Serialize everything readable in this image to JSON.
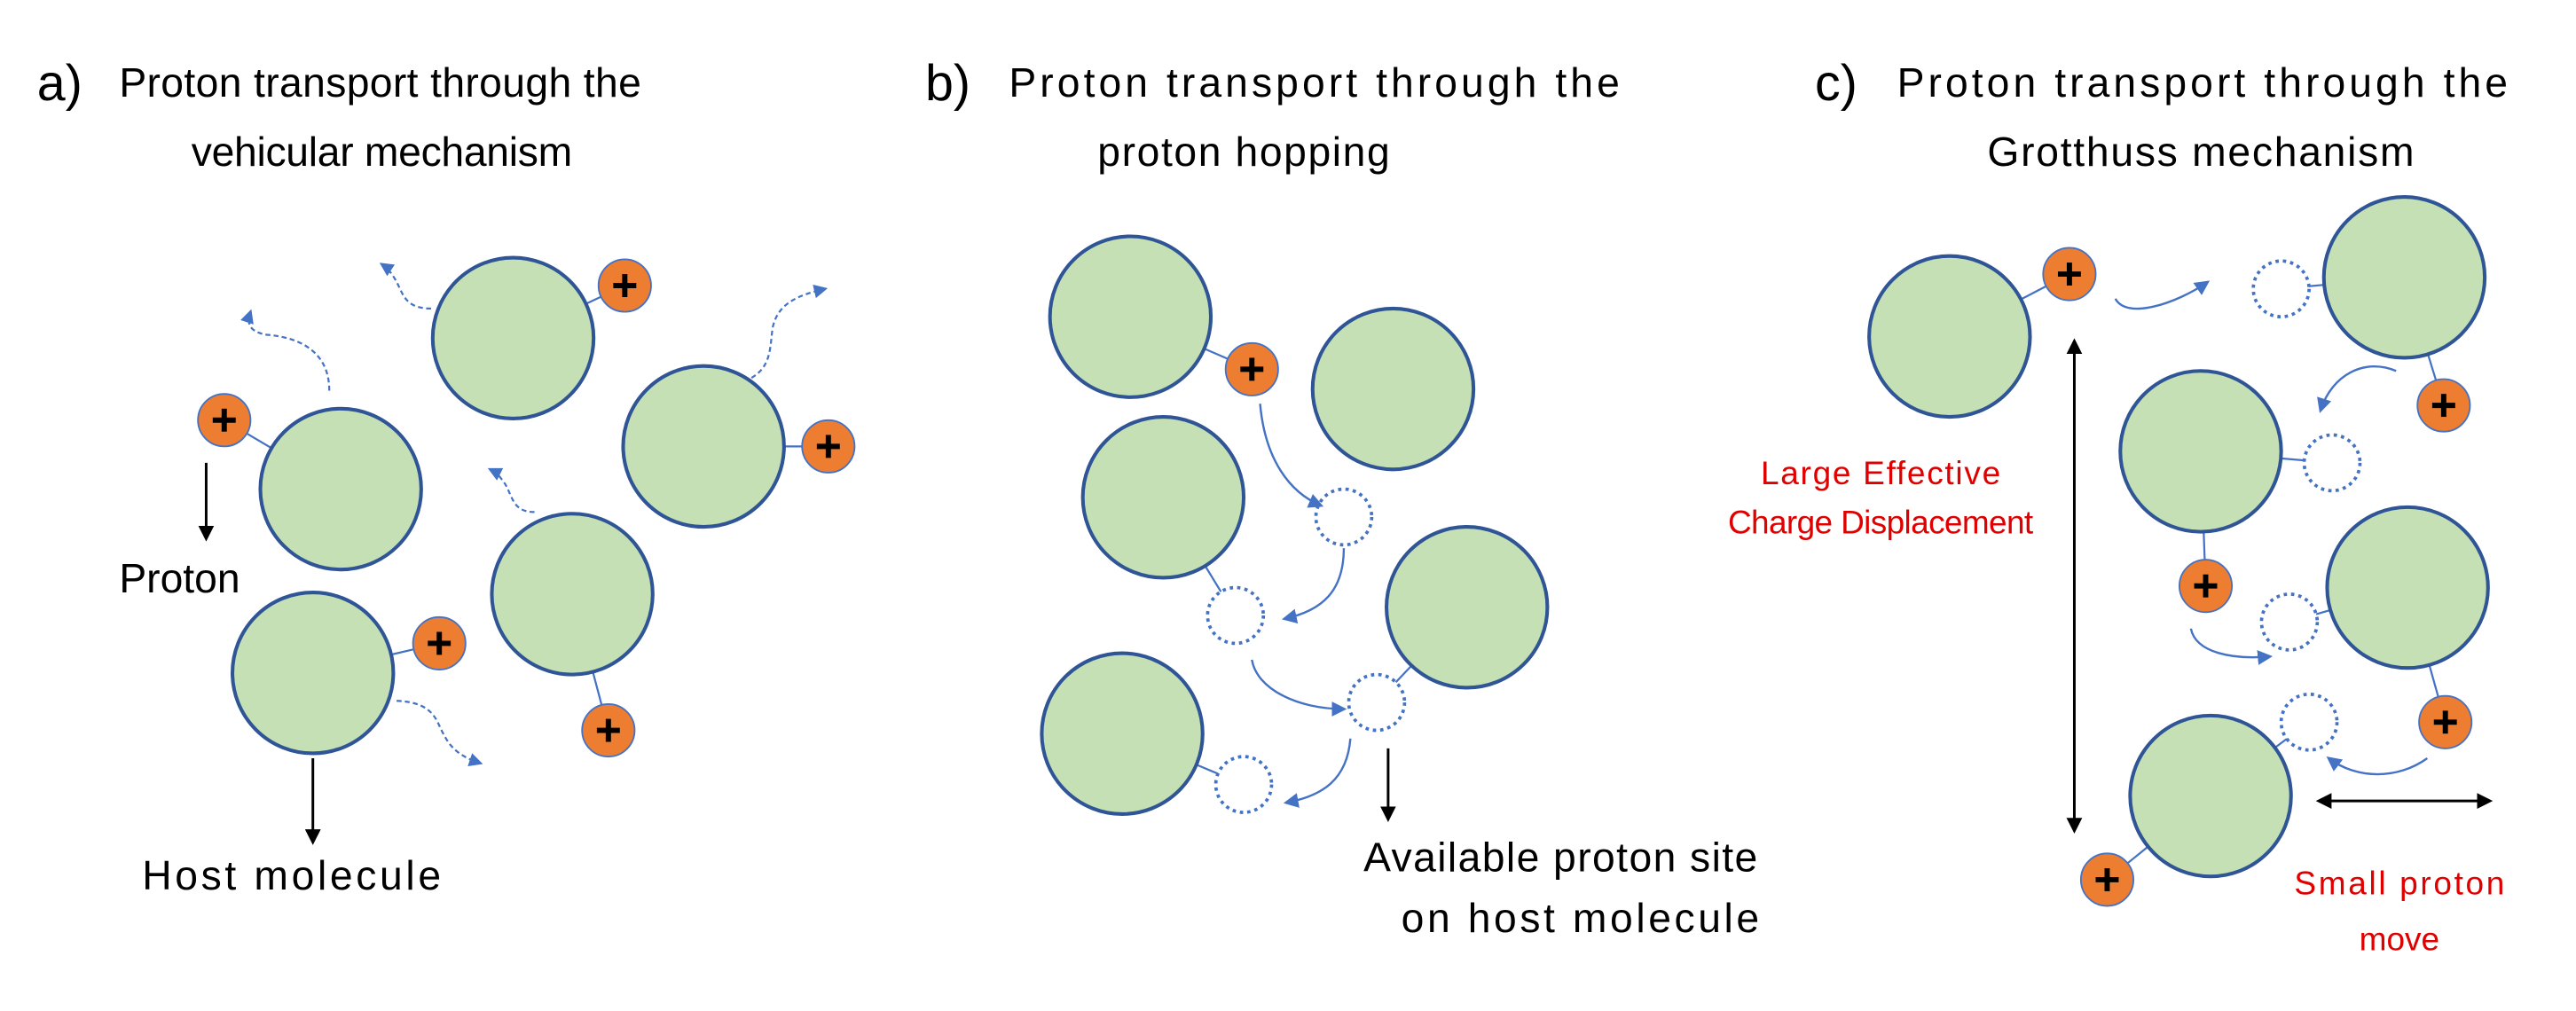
{
  "colors": {
    "host": "#C5E0B4",
    "host_stroke": "#2F5597",
    "proton": "#ED7D31",
    "arrow": "#4472C4",
    "highlight": "#E00000"
  },
  "panels": [
    {
      "letter": "a)",
      "title_line1": "Proton transport through the",
      "title_line2": "vehicular mechanism",
      "labels": {
        "proton": "Proton",
        "host": "Host molecule"
      }
    },
    {
      "letter": "b)",
      "title_line1": "Proton transport through the",
      "title_line2": "proton hopping",
      "labels": {
        "site_line1": "Available proton site",
        "site_line2": "on host molecule"
      }
    },
    {
      "letter": "c)",
      "title_line1": "Proton transport through the",
      "title_line2": "Grotthuss mechanism",
      "labels": {
        "large_line1": "Large Effective",
        "large_line2": "Charge Displacement",
        "small_line1": "Small proton",
        "small_line2": "move"
      }
    }
  ],
  "proton_symbol": "+"
}
